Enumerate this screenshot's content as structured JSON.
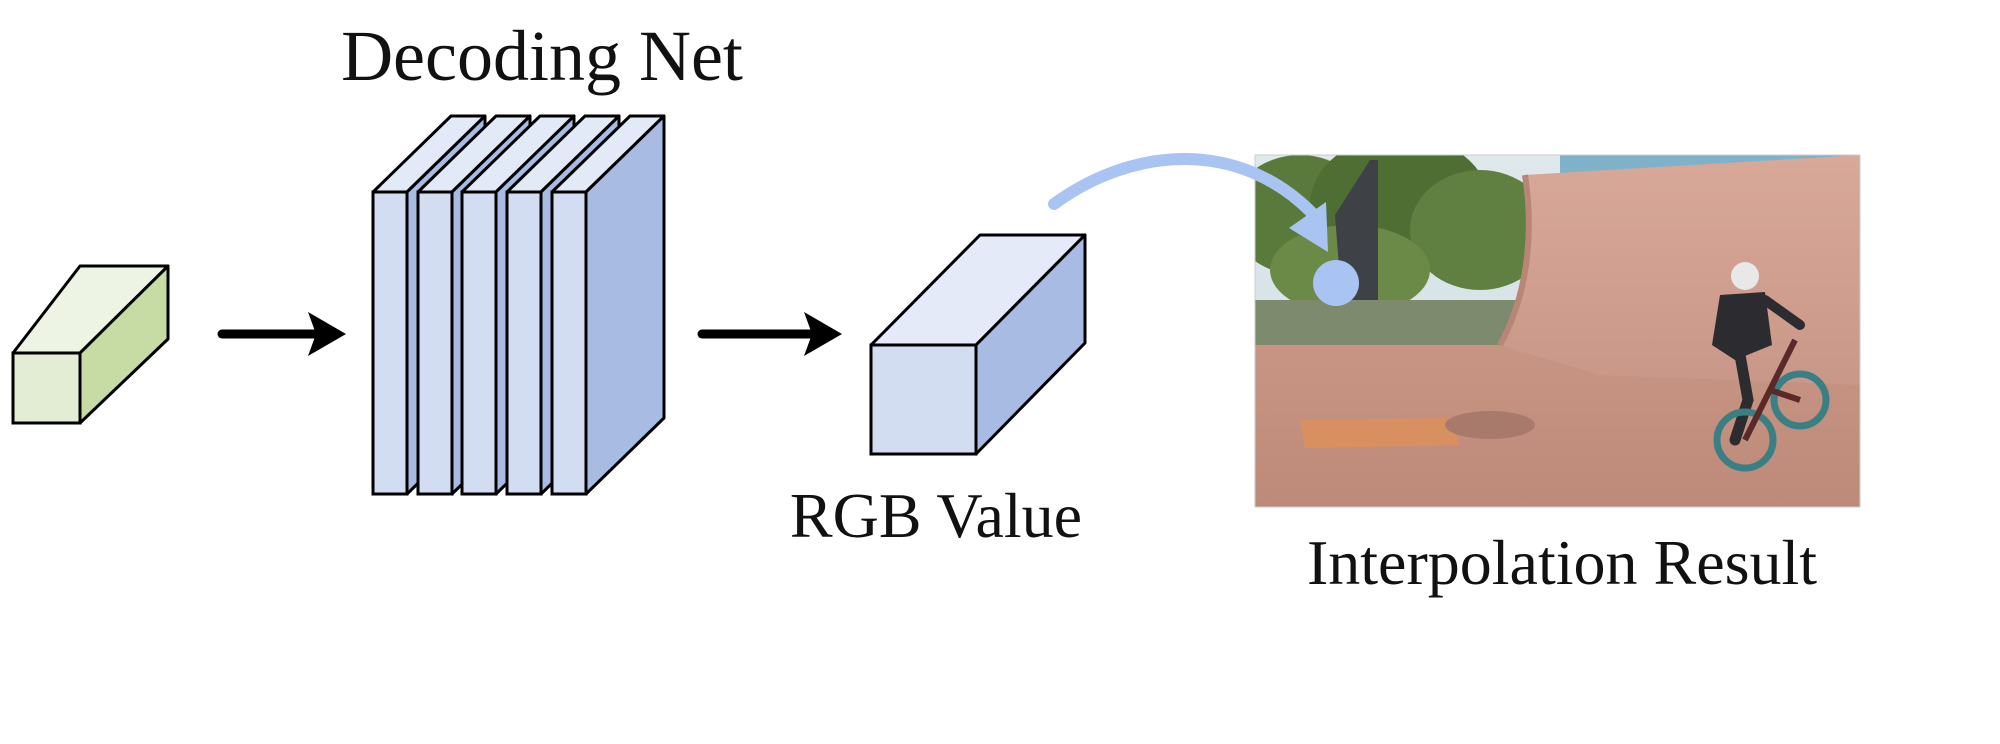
{
  "labels": {
    "decoding_net": "Decoding Net",
    "rgb_value": "RGB Value",
    "interpolation_result": "Interpolation Result"
  },
  "colors": {
    "feature_front": "#e3edd3",
    "feature_top": "#eef4e4",
    "feature_side": "#c7dca5",
    "layer_front": "#d3ddf1",
    "layer_top": "#e2e9f7",
    "layer_side": "#a8bbe3",
    "rgb_front": "#d3ddf1",
    "rgb_top": "#e4eaf8",
    "rgb_side": "#a8bbe3",
    "curve_arrow": "#a9c4f2",
    "sample_point": "#a9c4f2",
    "arrow": "#000000",
    "outline": "#000000"
  },
  "icons": {
    "feature_vector": "small-green-cuboid",
    "decoding_layers": "stacked-blue-slabs",
    "rgb_output": "blue-cuboid",
    "result_image": "skatepark-bmx-photo"
  }
}
